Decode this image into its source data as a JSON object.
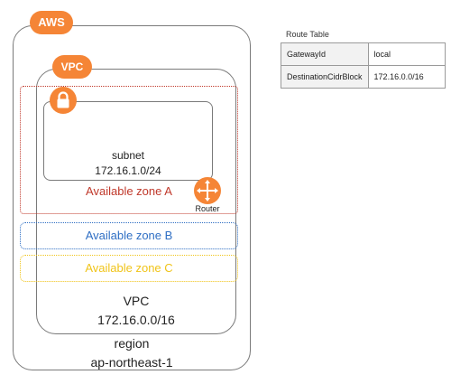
{
  "aws": {
    "badge": "AWS"
  },
  "vpc": {
    "badge": "VPC",
    "label": "VPC",
    "cidr": "172.16.0.0/16"
  },
  "region": {
    "label": "region",
    "name": "ap-northeast-1"
  },
  "subnet": {
    "label": "subnet",
    "cidr": "172.16.1.0/24",
    "icon": "lock-icon"
  },
  "zones": [
    {
      "label": "Available zone A",
      "color": "#c0392b"
    },
    {
      "label": "Available zone B",
      "color": "#2f6fc4"
    },
    {
      "label": "Available zone C",
      "color": "#f0c419"
    }
  ],
  "router": {
    "label": "Router",
    "icon": "router-icon"
  },
  "route_table": {
    "title": "Route Table",
    "rows": [
      {
        "key": "GatewayId",
        "value": "local"
      },
      {
        "key": "DestinationCidrBlock",
        "value": "172.16.0.0/16"
      }
    ]
  },
  "colors": {
    "accent": "#f58536",
    "frame": "#7a7a7a"
  }
}
